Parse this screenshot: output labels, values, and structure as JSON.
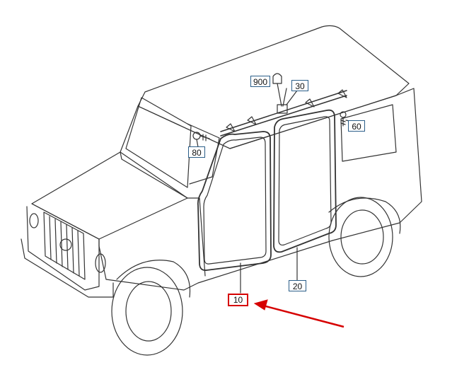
{
  "callouts": {
    "c900": "900",
    "c30": "30",
    "c60": "60",
    "c80": "80",
    "c10": "10",
    "c20": "20"
  },
  "highlight": {
    "target_label": "10",
    "box_color": "#d60000",
    "arrow_color": "#d60000"
  },
  "colors": {
    "line": "#333333",
    "callout_border": "#2a5d88"
  }
}
